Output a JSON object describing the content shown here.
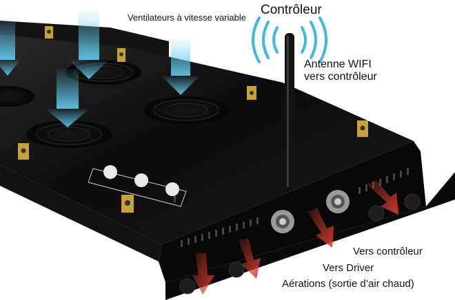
{
  "labels": {
    "fans": "Ventilateurs à vitesse variable",
    "controller": "Contrôleur",
    "antenna_line1": "Antenne WIFI",
    "antenna_line2": "vers contrôleur",
    "to_controller": "Vers contrôleur",
    "to_driver": "Vers Driver",
    "vents": "Aérations (sortie d’air chaud)"
  },
  "panel_icons": [
    "sunrise-mode-icon",
    "cloud-mode-icon",
    "flash-mode-icon"
  ],
  "colors": {
    "panel": "#0d0d0d",
    "airflow_in": "#5fc6ea",
    "airflow_out": "#d83a2e",
    "wifi_waves": "#3fb6e6",
    "terminal": "#c9a136"
  }
}
